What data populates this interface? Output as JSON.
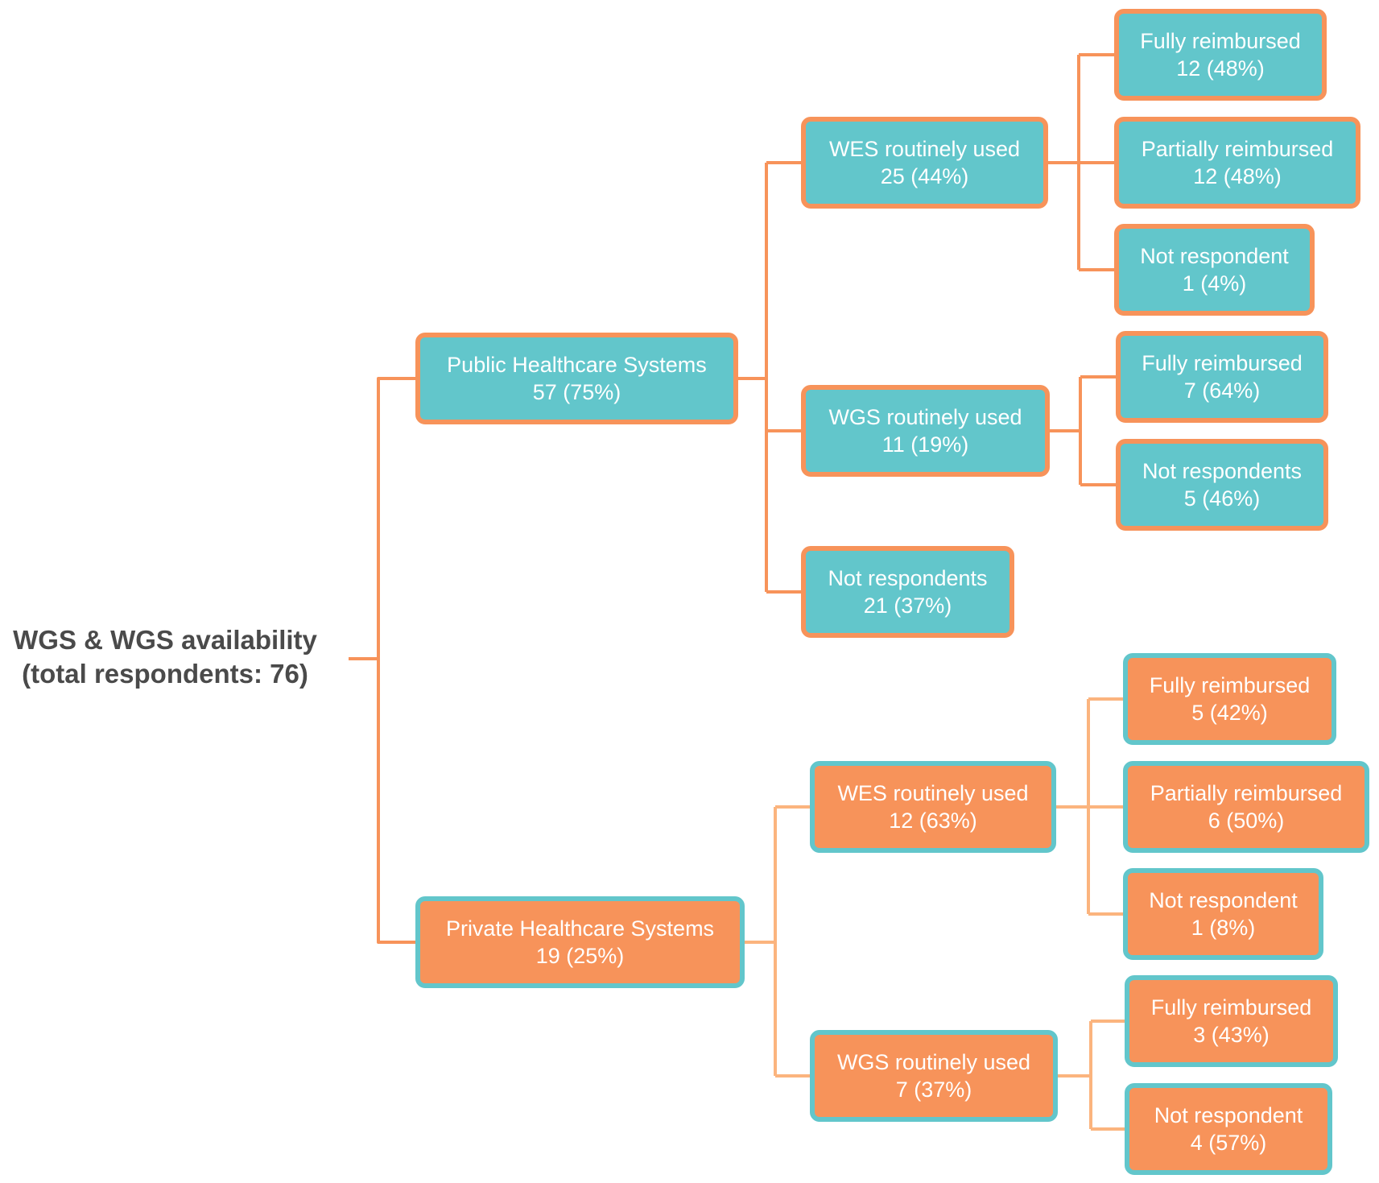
{
  "root": {
    "line1": "WGS & WGS availability",
    "line2": "(total respondents: 76)"
  },
  "public": {
    "title": "Public Healthcare Systems",
    "count": "57 (75%)",
    "wes": {
      "title": "WES routinely used",
      "count": "25 (44%)",
      "fully": {
        "title": "Fully reimbursed",
        "count": "12 (48%)"
      },
      "partially": {
        "title": "Partially reimbursed",
        "count": "12 (48%)"
      },
      "not_resp": {
        "title": "Not respondent",
        "count": "1 (4%)"
      }
    },
    "wgs": {
      "title": "WGS routinely used",
      "count": "11 (19%)",
      "fully": {
        "title": "Fully reimbursed",
        "count": "7 (64%)"
      },
      "not_resp": {
        "title": "Not respondents",
        "count": "5 (46%)"
      }
    },
    "not_resp": {
      "title": "Not respondents",
      "count": "21 (37%)"
    }
  },
  "private": {
    "title": "Private Healthcare Systems",
    "count": "19 (25%)",
    "wes": {
      "title": "WES routinely used",
      "count": "12 (63%)",
      "fully": {
        "title": "Fully reimbursed",
        "count": "5 (42%)"
      },
      "partially": {
        "title": "Partially reimbursed",
        "count": "6 (50%)"
      },
      "not_resp": {
        "title": "Not respondent",
        "count": "1 (8%)"
      }
    },
    "wgs": {
      "title": "WGS routinely used",
      "count": "7 (37%)",
      "fully": {
        "title": "Fully reimbursed",
        "count": "3 (43%)"
      },
      "not_resp": {
        "title": "Not respondent",
        "count": "4 (57%)"
      }
    }
  },
  "colors": {
    "teal": "#62c6cb",
    "orange": "#f7935a",
    "root_text": "#4a4a4a"
  }
}
